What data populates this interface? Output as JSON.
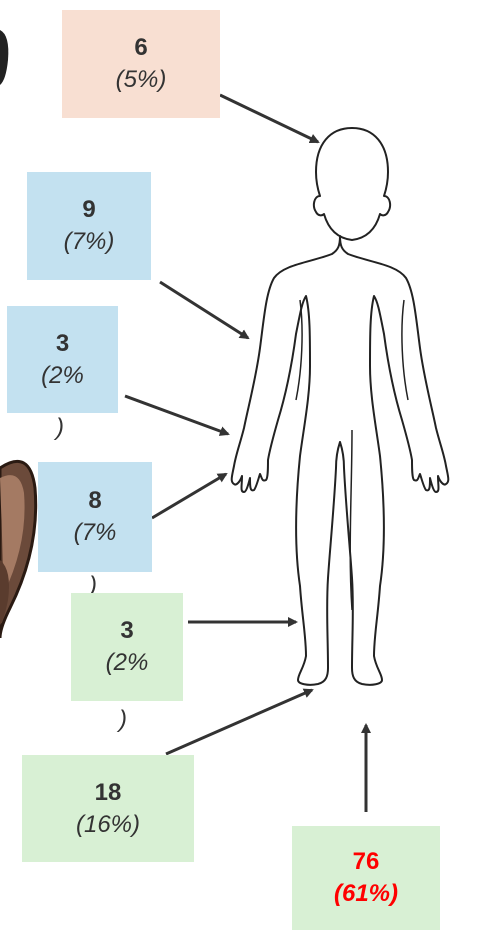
{
  "colors": {
    "head": "#f8dfd2",
    "arm": "#c3e1f0",
    "leg": "#d8f0d4",
    "highlight": "#ff0000",
    "text": "#333333",
    "arrow": "#333333"
  },
  "regions": [
    {
      "id": "head",
      "count": "6",
      "percent": "(5%)"
    },
    {
      "id": "upper-arm",
      "count": "9",
      "percent": "(7%)"
    },
    {
      "id": "wrist",
      "count": "3",
      "percent": "(2%",
      "percent_tail": ")"
    },
    {
      "id": "hand",
      "count": "8",
      "percent": "(7%",
      "percent_tail": ")"
    },
    {
      "id": "lower-leg",
      "count": "3",
      "percent": "(2%",
      "percent_tail": ")"
    },
    {
      "id": "ankle",
      "count": "18",
      "percent": "(16%)"
    },
    {
      "id": "foot",
      "count": "76",
      "percent": "(61%)"
    }
  ]
}
